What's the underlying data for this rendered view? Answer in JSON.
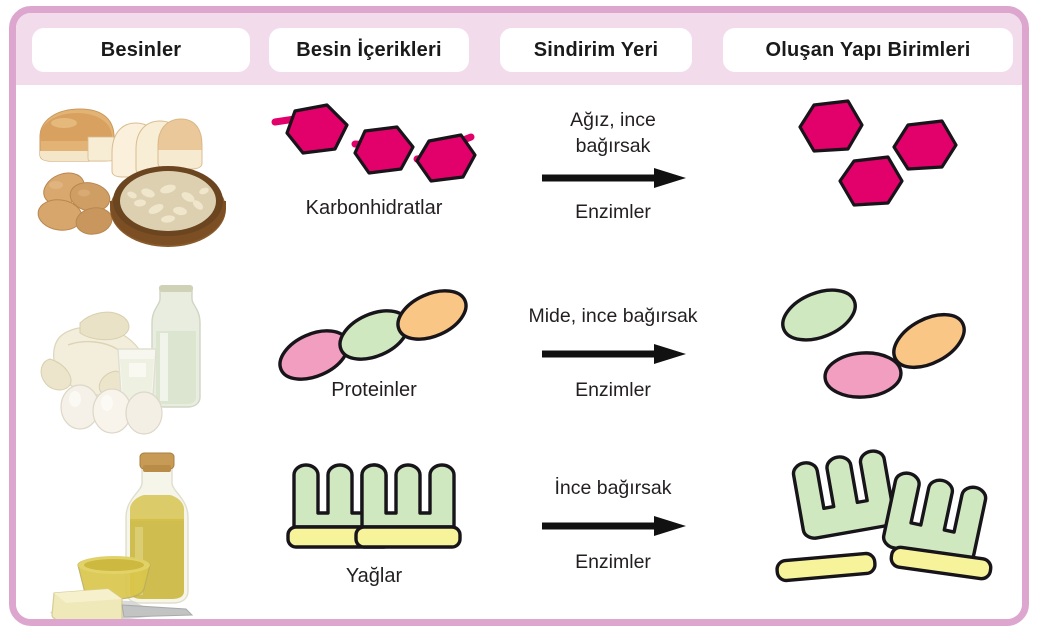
{
  "diagram": {
    "title_columns": [
      {
        "id": "besinler",
        "label": "Besinler"
      },
      {
        "id": "besin-icerikleri",
        "label": "Besin İçerikleri"
      },
      {
        "id": "sindirim-yeri",
        "label": "Sindirim Yeri"
      },
      {
        "id": "olusan-yapi-birimleri",
        "label": "Oluşan Yapı Birimleri"
      }
    ],
    "rows": [
      {
        "id": "karbonhidratlar",
        "food_photo": "bread-potato-oats-photo",
        "molecule_label": "Karbonhidratlar",
        "molecule_shape": "linked-hexagon-chain",
        "site_label": "Ağız, ince\nbağırsak",
        "site_line1": "Ağız, ince",
        "site_line2": "bağırsak",
        "agent_label": "Enzimler",
        "product_shape": "separate-hexagons",
        "product_count": 3
      },
      {
        "id": "proteinler",
        "food_photo": "chicken-milk-eggs-photo",
        "molecule_label": "Proteinler",
        "molecule_shape": "linked-ellipse-chain",
        "site_label": "Mide, ince bağırsak",
        "site_line1": "Mide, ince bağırsak",
        "site_line2": "",
        "agent_label": "Enzimler",
        "product_shape": "separate-ellipses",
        "product_count": 3
      },
      {
        "id": "yaglar",
        "food_photo": "olive-oil-butter-photo",
        "molecule_label": "Yağlar",
        "molecule_shape": "comb-on-bar-pair",
        "site_label": "İnce bağırsak",
        "site_line1": "İnce bağırsak",
        "site_line2": "",
        "agent_label": "Enzimler",
        "product_shape": "separate-combs-and-bars",
        "product_count": 4
      }
    ],
    "colors": {
      "frame_border": "#dca6cf",
      "header_band": "#f2dbeb",
      "tab_background": "#ffffff",
      "carbohydrate": "#e2006a",
      "protein_pink": "#f29ec0",
      "protein_green": "#cfe8c0",
      "protein_orange": "#f9c685",
      "fat_green": "#cfe8c0",
      "fat_yellow": "#f6f39a",
      "outline": "#1a1a1a",
      "text": "#231f20"
    }
  }
}
